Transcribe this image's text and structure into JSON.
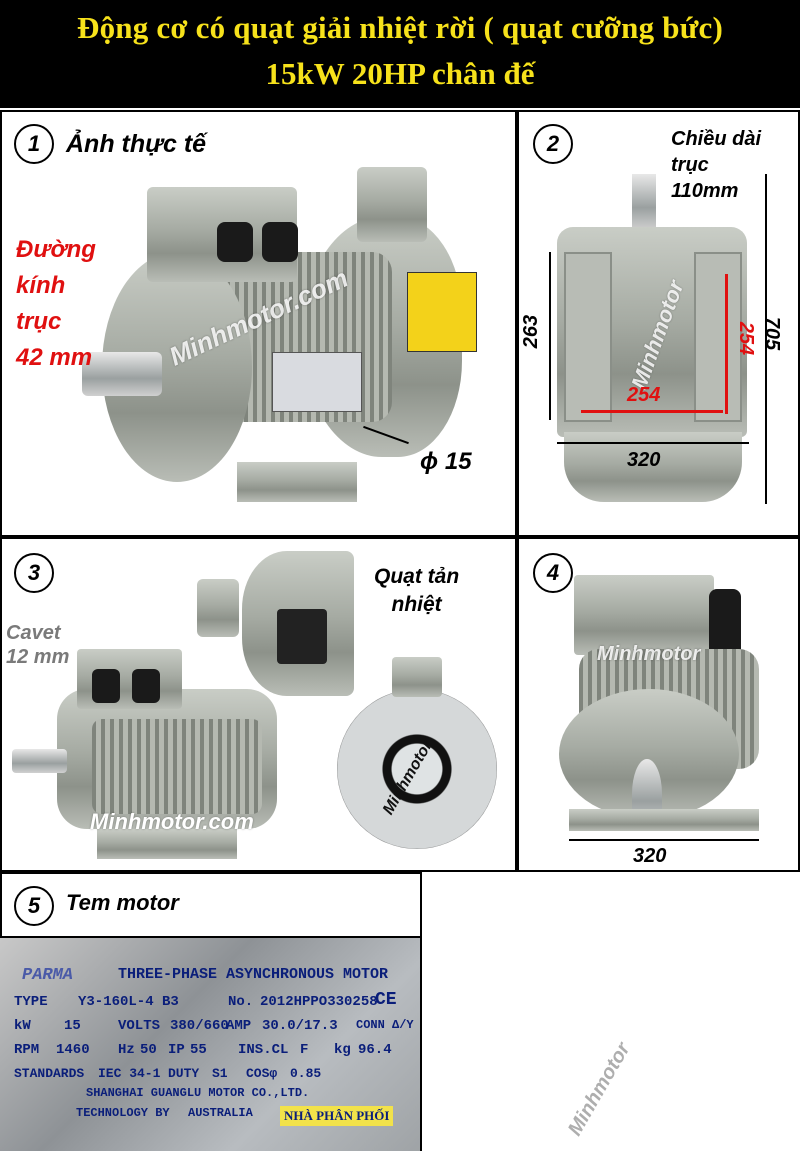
{
  "header": {
    "line1": "Động cơ có quạt giải nhiệt rời ( quạt cưỡng bức)",
    "line2": "15kW 20HP chân đế"
  },
  "panel1": {
    "number": "1",
    "caption": "Ảnh thực tế",
    "shaft_label": [
      "Đường",
      "kính",
      "trục",
      "42 mm"
    ],
    "hole_label": "ϕ 15",
    "watermark": "Minhmotor.com"
  },
  "panel2": {
    "number": "2",
    "shaft_length": [
      "Chiều dài",
      "trục",
      "110mm"
    ],
    "dim_263": "263",
    "dim_705": "705",
    "dim_254_v": "254",
    "dim_254_h": "254",
    "dim_320": "320",
    "watermark": "Minhmotor"
  },
  "panel3": {
    "number": "3",
    "cavet": [
      "Cavet",
      "12 mm"
    ],
    "fan": [
      "Quạt tản",
      "nhiệt"
    ],
    "watermark": "Minhmotor.com",
    "fan_watermark": "Minhmotor"
  },
  "panel4": {
    "number": "4",
    "dim_320": "320",
    "watermark": "Minhmotor"
  },
  "panel5": {
    "number": "5",
    "caption": "Tem motor",
    "plate": {
      "brand": "PARMA",
      "title": "THREE-PHASE ASYNCHRONOUS MOTOR",
      "type_label": "TYPE",
      "type_value": "Y3-160L-4 B3",
      "no_label": "No.",
      "no_value": "2012HPPO330258",
      "ce": "CE",
      "kw_label": "kW",
      "kw_value": "15",
      "volts_label": "VOLTS",
      "volts_value": "380/660",
      "amp_label": "AMP",
      "amp_value": "30.0/17.3",
      "conn_label": "CONN",
      "conn_value": "Δ/Y",
      "rpm_label": "RPM",
      "rpm_value": "1460",
      "hz_label": "Hz",
      "hz_value": "50",
      "ip_label": "IP",
      "ip_value": "55",
      "ins_label": "INS.CL",
      "ins_value": "F",
      "kg_label": "kg",
      "kg_value": "96.4",
      "std_label": "STANDARDS",
      "std_value": "IEC 34-1",
      "duty_label": "DUTY",
      "duty_value": "S1",
      "cos_label": "COSφ",
      "cos_value": "0.85",
      "maker": "SHANGHAI GUANGLU MOTOR CO.,LTD.",
      "tech": "TECHNOLOGY BY",
      "tech_country": "AUSTRALIA",
      "dealer": "NHÀ PHÂN PHỐI"
    },
    "watermark": "Minhmotor"
  },
  "colors": {
    "header_bg": "#000000",
    "header_text": "#f7e21b",
    "red_label": "#e01010",
    "plate_text": "#0a1e7a"
  }
}
